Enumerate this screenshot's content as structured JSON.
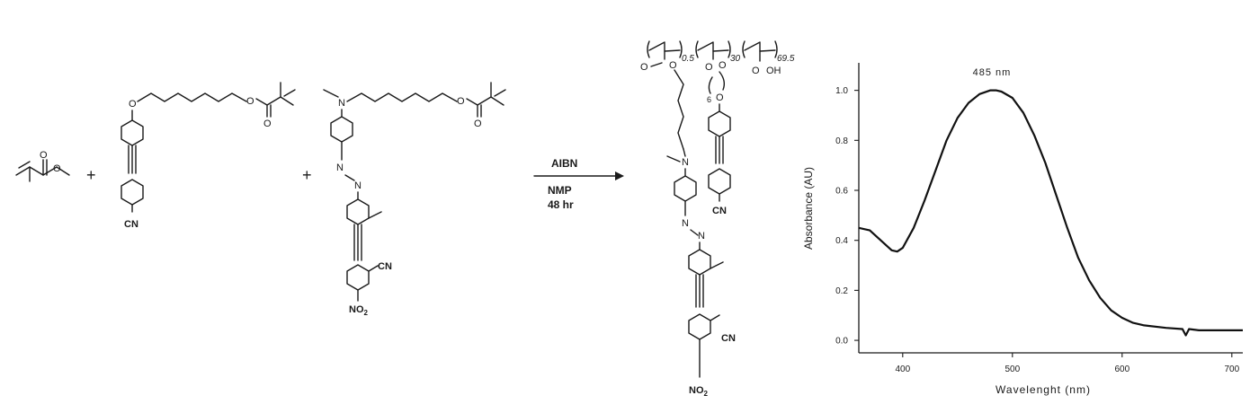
{
  "scheme": {
    "plus_1": "+",
    "plus_2": "+",
    "reagent": "AIBN",
    "solvent": "NMP",
    "time": "48 hr",
    "labels": {
      "o": "O",
      "n": "N",
      "cn": "CN",
      "no2": "NO",
      "no2_sub": "2",
      "oh": "OH",
      "sub_six": "6",
      "x_0_5": "0.5",
      "y_30": "30",
      "z_69_5": "69.5"
    }
  },
  "chart_data": {
    "type": "line",
    "title": "",
    "annotation": "485 nm",
    "xlabel": "Wavelenght (nm)",
    "ylabel": "Absorbance (AU)",
    "xlim": [
      360,
      710
    ],
    "ylim": [
      -0.05,
      1.11
    ],
    "xticks": [
      400,
      500,
      600,
      700
    ],
    "yticks": [
      0.0,
      0.2,
      0.4,
      0.6,
      0.8,
      1.0
    ],
    "xtick_labels": [
      "400",
      "500",
      "600",
      "700"
    ],
    "ytick_labels": [
      "0.0",
      "0.2",
      "0.4",
      "0.6",
      "0.8",
      "1.0"
    ],
    "grid": false,
    "series": [
      {
        "x": [
          360,
          370,
          380,
          390,
          395,
          400,
          410,
          420,
          430,
          440,
          450,
          460,
          470,
          480,
          485,
          490,
          500,
          510,
          520,
          530,
          540,
          550,
          560,
          570,
          580,
          590,
          600,
          610,
          620,
          640,
          655,
          658,
          661,
          670,
          690,
          710
        ],
        "y": [
          0.45,
          0.44,
          0.4,
          0.36,
          0.355,
          0.37,
          0.45,
          0.56,
          0.68,
          0.8,
          0.89,
          0.95,
          0.985,
          1.0,
          1.0,
          0.995,
          0.97,
          0.91,
          0.82,
          0.71,
          0.58,
          0.45,
          0.33,
          0.24,
          0.17,
          0.12,
          0.09,
          0.07,
          0.06,
          0.05,
          0.045,
          0.02,
          0.045,
          0.04,
          0.04,
          0.04
        ]
      }
    ]
  }
}
